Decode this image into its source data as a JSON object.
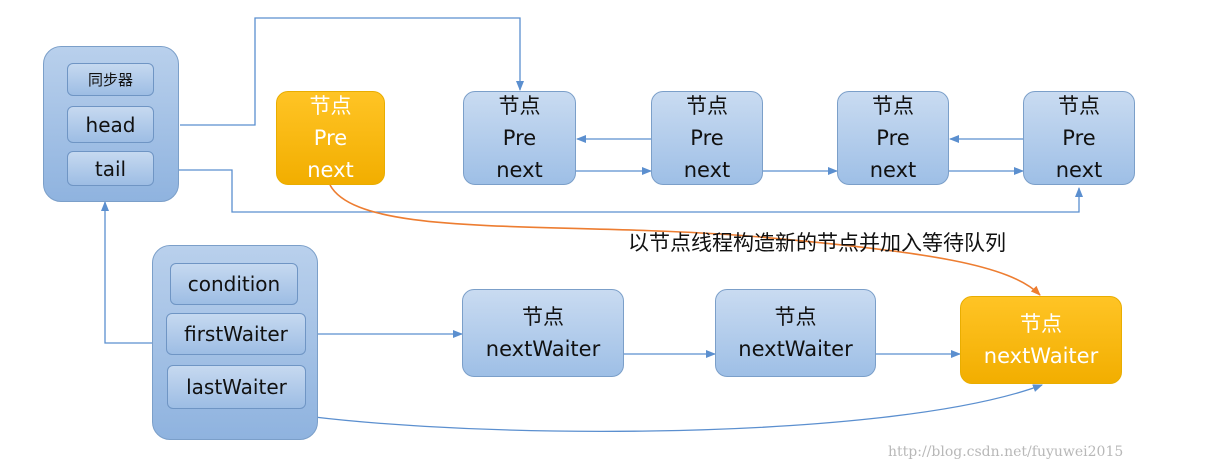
{
  "sync": {
    "title": "同步器",
    "head": "head",
    "tail": "tail"
  },
  "cond": {
    "title": "condition",
    "first": "firstWaiter",
    "last": "lastWaiter"
  },
  "sync_nodes": [
    {
      "title": "节点",
      "pre": "Pre",
      "next": "next"
    },
    {
      "title": "节点",
      "pre": "Pre",
      "next": "next"
    },
    {
      "title": "节点",
      "pre": "Pre",
      "next": "next"
    },
    {
      "title": "节点",
      "pre": "Pre",
      "next": "next"
    },
    {
      "title": "节点",
      "pre": "Pre",
      "next": "next"
    }
  ],
  "wait_nodes": [
    {
      "title": "节点",
      "next_waiter": "nextWaiter"
    },
    {
      "title": "节点",
      "next_waiter": "nextWaiter"
    },
    {
      "title": "节点",
      "next_waiter": "nextWaiter"
    }
  ],
  "annotation": "以节点线程构造新的节点并加入等待队列",
  "watermark": "http://blog.csdn.net/fuyuwei2015",
  "colors": {
    "blue_line": "#5b8fcf",
    "orange_line": "#ed7d31",
    "orange_node": "#ffc000"
  }
}
